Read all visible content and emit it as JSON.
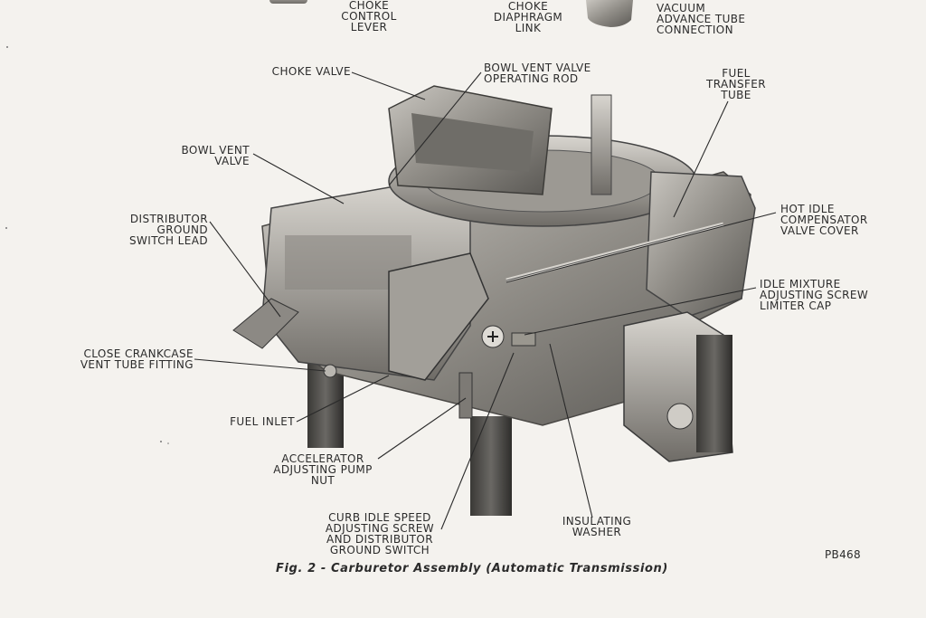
{
  "labels": {
    "choke_control_lever": "CHOKE\nCONTROL\nLEVER",
    "choke_diaphragm_link": "CHOKE\nDIAPHRAGM\nLINK",
    "vacuum_advance": "VACUUM\nADVANCE TUBE\nCONNECTION",
    "choke_valve": "CHOKE VALVE",
    "bowl_vent_rod": "BOWL VENT VALVE\nOPERATING ROD",
    "fuel_transfer_tube": "FUEL\nTRANSFER\nTUBE",
    "bowl_vent_valve": "BOWL VENT\nVALVE",
    "distributor_ground_lead": "DISTRIBUTOR\nGROUND\nSWITCH LEAD",
    "hot_idle_cover": "HOT IDLE\nCOMPENSATOR\nVALVE COVER",
    "idle_mixture_cap": "IDLE MIXTURE\nADJUSTING SCREW\nLIMITER CAP",
    "crankcase_fitting": "CLOSE CRANKCASE\nVENT TUBE FITTING",
    "fuel_inlet": "FUEL INLET",
    "accelerator_pump_nut": "ACCELERATOR\nADJUSTING PUMP\nNUT",
    "curb_idle_screw": "CURB IDLE SPEED\nADJUSTING SCREW\nAND DISTRIBUTOR\nGROUND SWITCH",
    "insulating_washer": "INSULATING\nWASHER"
  },
  "caption": "Fig. 2 - Carburetor Assembly (Automatic Transmission)",
  "plate_number": "PB468"
}
